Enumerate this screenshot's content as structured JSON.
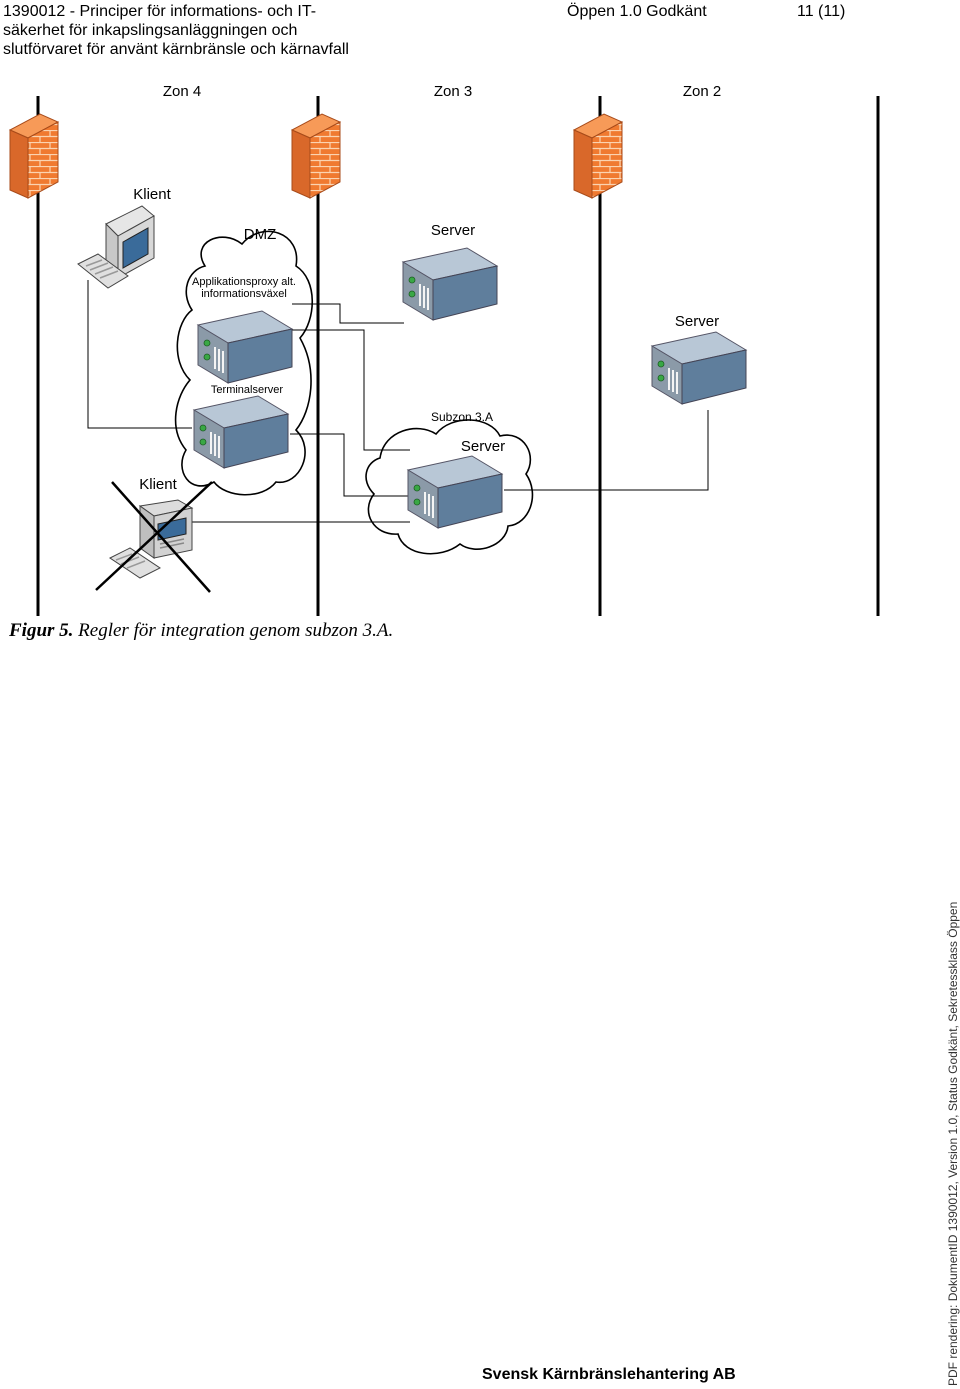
{
  "header": {
    "title_lines": [
      "1390012  - Principer för informations- och IT-",
      "säkerhet för inkapslingsanläggningen och",
      "slutförvaret för använt kärnbränsle och kärnavfall"
    ],
    "status": "Öppen  1.0  Godkänt",
    "page": "11 (11)"
  },
  "diagram": {
    "zones": [
      "Zon 4",
      "Zon 3",
      "Zon 2"
    ],
    "labels": {
      "klient_top": "Klient",
      "dmz": "DMZ",
      "server_zon3": "Server",
      "applikationsproxy_1": "Applikationsproxy alt.",
      "applikationsproxy_2": "informationsväxel",
      "server_zon2": "Server",
      "terminalserver": "Terminalserver",
      "subzon": "Subzon 3.A",
      "server_subzon": "Server",
      "klient_bottom": "Klient"
    }
  },
  "caption": {
    "number": "Figur 5.",
    "text": " Regler för integration genom subzon 3.A."
  },
  "footer": {
    "company": "Svensk Kärnbränslehantering AB",
    "side_note": "PDF rendering: DokumentID 1390012, Version 1.0, Status Godkänt, Sekretessklass Öppen"
  }
}
